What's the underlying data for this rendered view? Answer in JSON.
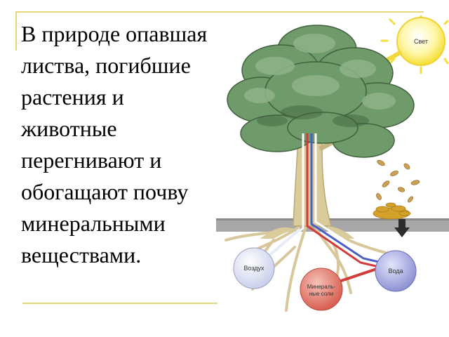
{
  "slide": {
    "text": "В природе опавшая\nлиства, погибшие\nрастения и\nживотные\nперегнивают и\nобогащают почву\nминеральными\nвеществами."
  },
  "diagram": {
    "sun_label": "Свет",
    "air_label": "Воздух",
    "water_label": "Вода",
    "salts_label_line1": "Минераль-",
    "salts_label_line2": "ные соли"
  },
  "colors": {
    "frame": "#e6d77f",
    "foliage": "#6f9a6a",
    "sun": "#f7e64a",
    "air_node": "#dfe4f2",
    "water_node": "#aeb2e0",
    "salts_node": "#e07a6e",
    "red_vessel": "#d33a3a",
    "blue_vessel": "#4a5fc9"
  }
}
